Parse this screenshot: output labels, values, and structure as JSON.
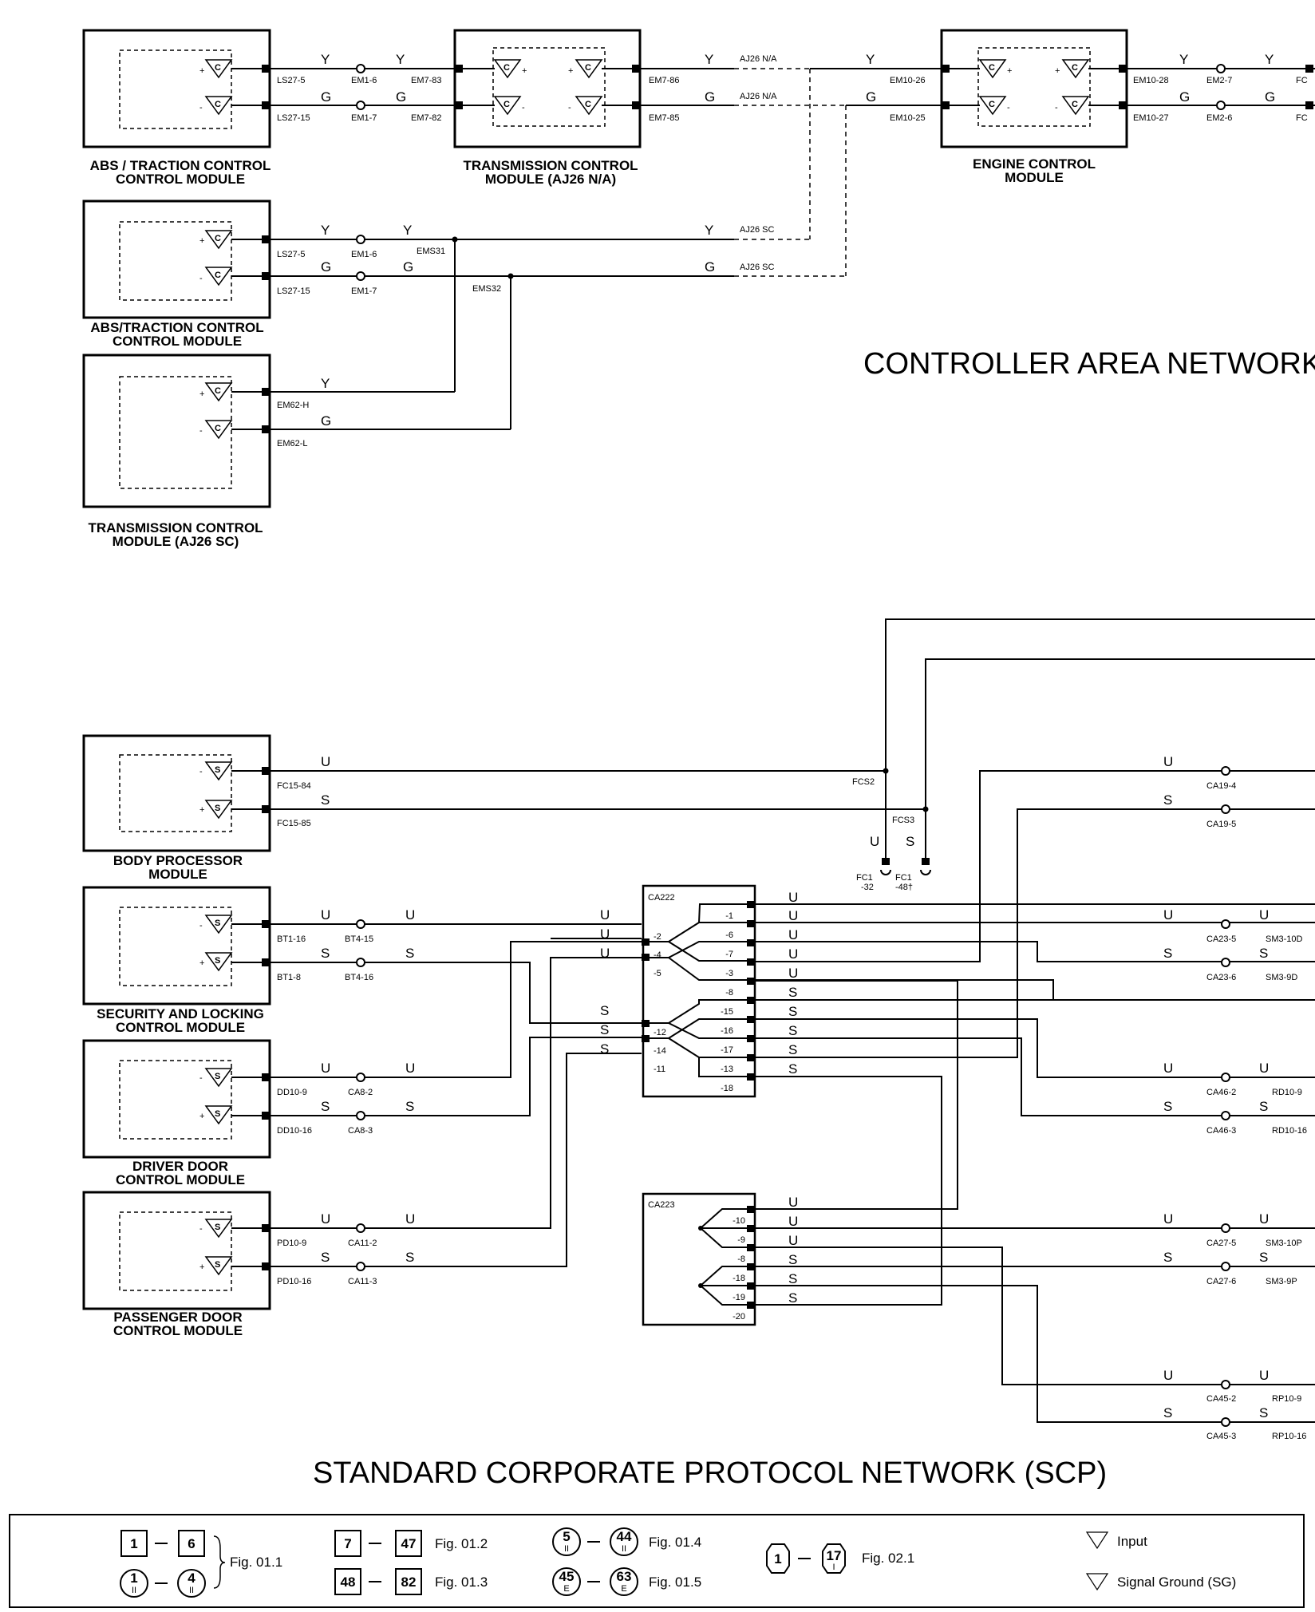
{
  "headings": {
    "can": "CONTROLLER AREA NETWORK",
    "scp": "STANDARD CORPORATE PROTOCOL NETWORK (SCP)"
  },
  "modules": {
    "abs1": [
      "ABS / TRACTION CONTROL",
      "CONTROL MODULE"
    ],
    "tcm_na": [
      "TRANSMISSION CONTROL",
      "MODULE (AJ26 N/A)"
    ],
    "ecm": [
      "ENGINE CONTROL",
      "MODULE"
    ],
    "abs2": [
      "ABS/TRACTION CONTROL",
      "CONTROL MODULE"
    ],
    "tcm_sc": [
      "TRANSMISSION CONTROL",
      "MODULE (AJ26 SC)"
    ],
    "bpm": [
      "BODY PROCESSOR",
      "MODULE"
    ],
    "slcm": [
      "SECURITY AND LOCKING",
      "CONTROL MODULE"
    ],
    "ddcm": [
      "DRIVER DOOR",
      "CONTROL MODULE"
    ],
    "pdcm": [
      "PASSENGER DOOR",
      "CONTROL MODULE"
    ]
  },
  "symbols": {
    "can": "C",
    "scp": "S",
    "plus": "+",
    "minus": "-"
  },
  "colors": {
    "Y": "Y",
    "G": "G",
    "U": "U",
    "S": "S"
  },
  "pins": {
    "ls27_5": "LS27-5",
    "ls27_15": "LS27-15",
    "em1_6": "EM1-6",
    "em1_7": "EM1-7",
    "em7_83": "EM7-83",
    "em7_82": "EM7-82",
    "em7_86": "EM7-86",
    "em7_85": "EM7-85",
    "aj26na": "AJ26 N/A",
    "aj26sc": "AJ26 SC",
    "em10_26": "EM10-26",
    "em10_25": "EM10-25",
    "em10_28": "EM10-28",
    "em10_27": "EM10-27",
    "em2_7": "EM2-7",
    "em2_6": "EM2-6",
    "fc": "FC",
    "ems31": "EMS31",
    "ems32": "EMS32",
    "em62_h": "EM62-H",
    "em62_l": "EM62-L",
    "fc15_84": "FC15-84",
    "fc15_85": "FC15-85",
    "fcs2": "FCS2",
    "fcs3": "FCS3",
    "fc1": "FC1",
    "n32": "-32",
    "n48": "-48†",
    "bt1_16": "BT1-16",
    "bt1_8": "BT1-8",
    "bt4_15": "BT4-15",
    "bt4_16": "BT4-16",
    "dd10_9": "DD10-9",
    "dd10_16": "DD10-16",
    "ca8_2": "CA8-2",
    "ca8_3": "CA8-3",
    "pd10_9": "PD10-9",
    "pd10_16": "PD10-16",
    "ca11_2": "CA11-2",
    "ca11_3": "CA11-3",
    "ca222": "CA222",
    "ca223": "CA223",
    "ca19_4": "CA19-4",
    "ca19_5": "CA19-5",
    "ca23_5": "CA23-5",
    "ca23_6": "CA23-6",
    "sm3_10d": "SM3-10D",
    "sm3_9d": "SM3-9D",
    "ca46_2": "CA46-2",
    "ca46_3": "CA46-3",
    "rd10_9": "RD10-9",
    "rd10_16": "RD10-16",
    "ca27_5": "CA27-5",
    "ca27_6": "CA27-6",
    "sm3_10p": "SM3-10P",
    "sm3_9p": "SM3-9P",
    "ca45_2": "CA45-2",
    "ca45_3": "CA45-3",
    "rp10_9": "RP10-9",
    "rp10_16": "RP10-16"
  },
  "ca222_left": [
    "-2",
    "-4",
    "-5",
    "-12",
    "-14",
    "-11"
  ],
  "ca222_right": [
    "-1",
    "-6",
    "-7",
    "-3",
    "-8",
    "-15",
    "-16",
    "-17",
    "-13",
    "-18"
  ],
  "ca223_right": [
    "-10",
    "-9",
    "-8",
    "-18",
    "-19",
    "-20"
  ],
  "legend": {
    "fig011": "Fig. 01.1",
    "fig012": "Fig. 01.2",
    "fig013": "Fig. 01.3",
    "fig014": "Fig. 01.4",
    "fig015": "Fig. 01.5",
    "fig021": "Fig. 02.1",
    "n1": "1",
    "n6": "6",
    "n4": "4",
    "n7": "7",
    "n47": "47",
    "n48": "48",
    "n82": "82",
    "n5": "5",
    "n44": "44",
    "n45": "45",
    "n63": "63",
    "n17": "17",
    "sub_ii": "II",
    "sub_e": "E",
    "sub_i": "I",
    "input": "Input",
    "signal_ground": "Signal Ground (SG)"
  }
}
